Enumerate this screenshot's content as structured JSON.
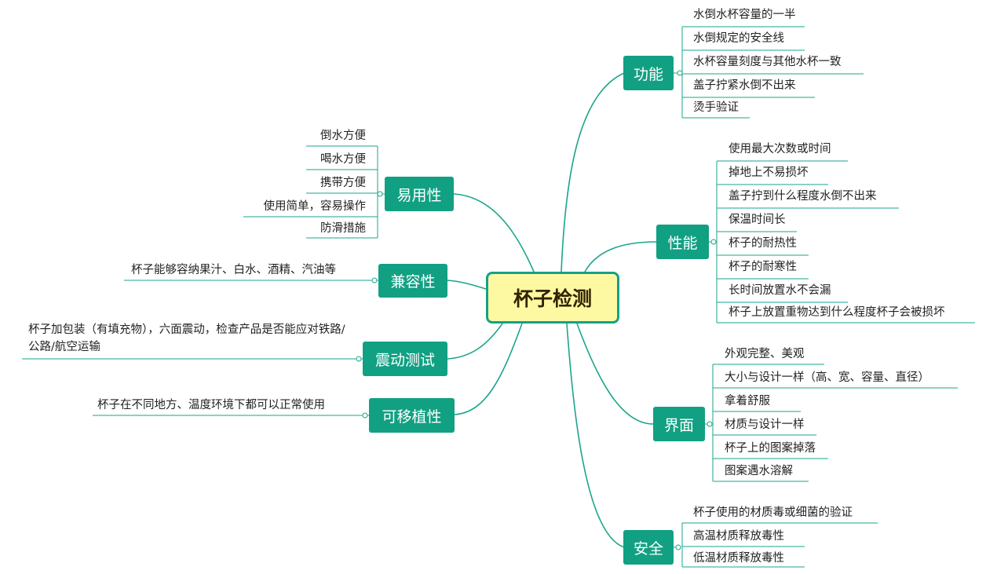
{
  "central": "杯子检测",
  "branches": {
    "func": {
      "label": "功能",
      "items": [
        "水倒水杯容量的一半",
        "水倒规定的安全线",
        "水杯容量刻度与其他水杯一致",
        "盖子拧紧水倒不出来",
        "烫手验证"
      ]
    },
    "perf": {
      "label": "性能",
      "items": [
        "使用最大次数或时间",
        "掉地上不易损坏",
        "盖子拧到什么程度水倒不出来",
        "保温时间长",
        "杯子的耐热性",
        "杯子的耐寒性",
        "长时间放置水不会漏",
        "杯子上放置重物达到什么程度杯子会被损坏"
      ]
    },
    "ui": {
      "label": "界面",
      "items": [
        "外观完整、美观",
        "大小与设计一样（高、宽、容量、直径）",
        "拿着舒服",
        "材质与设计一样",
        "杯子上的图案掉落",
        "图案遇水溶解"
      ]
    },
    "safe": {
      "label": "安全",
      "items": [
        "杯子使用的材质毒或细菌的验证",
        "高温材质释放毒性",
        "低温材质释放毒性"
      ]
    },
    "ease": {
      "label": "易用性",
      "items": [
        "倒水方便",
        "喝水方便",
        "携带方便",
        "使用简单，容易操作",
        "防滑措施"
      ]
    },
    "compat": {
      "label": "兼容性",
      "items": [
        "杯子能够容纳果汁、白水、酒精、汽油等"
      ]
    },
    "vib": {
      "label": "震动测试",
      "items": [
        "杯子加包装（有填充物），六面震动，检查产品是否能应对铁路/公路/航空运输"
      ]
    },
    "port": {
      "label": "可移植性",
      "items": [
        "杯子在不同地方、温度环境下都可以正常使用"
      ]
    }
  },
  "colors": {
    "branch": "#12a083",
    "line": "#1aa58b",
    "central_fill": "#fdf9a3"
  }
}
